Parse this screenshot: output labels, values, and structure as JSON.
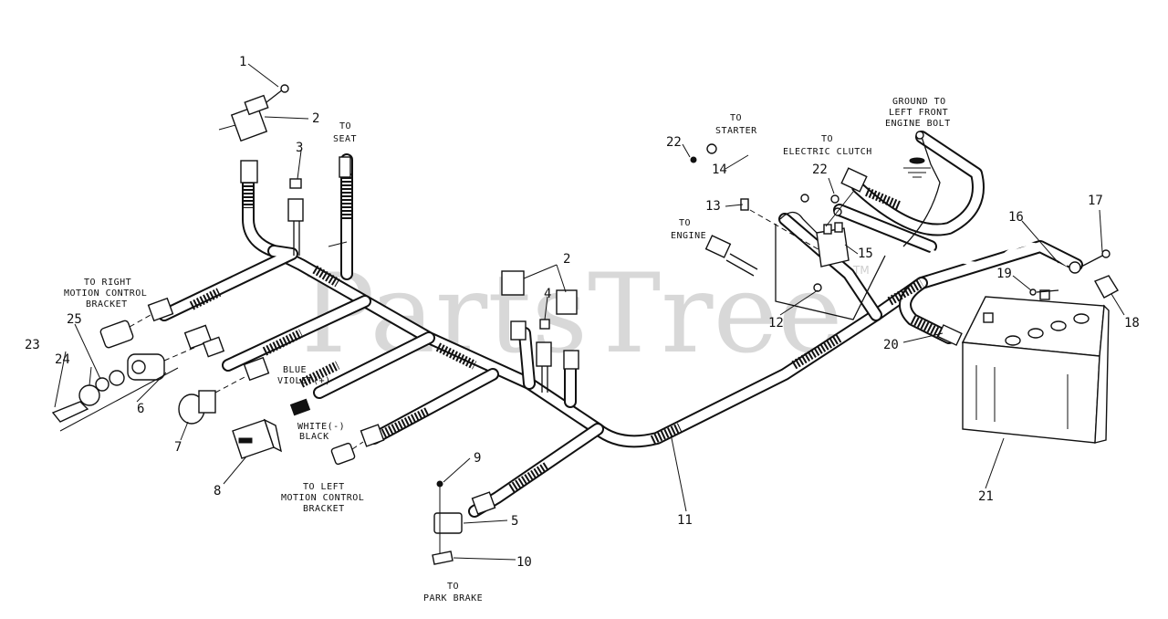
{
  "watermark": {
    "text": "PartsTree",
    "tm": "TM"
  },
  "callouts": {
    "c1": "1",
    "c2a": "2",
    "c2b": "2",
    "c3": "3",
    "c4": "4",
    "c5": "5",
    "c6": "6",
    "c7": "7",
    "c8": "8",
    "c9": "9",
    "c10": "10",
    "c11": "11",
    "c12": "12",
    "c13": "13",
    "c14": "14",
    "c15": "15",
    "c16": "16",
    "c17": "17",
    "c18": "18",
    "c19": "19",
    "c20": "20",
    "c21": "21",
    "c22a": "22",
    "c22b": "22",
    "c23": "23",
    "c24": "24",
    "c25": "25"
  },
  "captions": {
    "to_seat": [
      "TO",
      "SEAT"
    ],
    "to_starter": [
      "TO",
      "STARTER"
    ],
    "to_clutch": [
      "TO",
      "ELECTRIC CLUTCH"
    ],
    "ground": [
      "GROUND TO",
      "LEFT FRONT",
      "ENGINE BOLT"
    ],
    "to_engine": [
      "TO",
      "ENGINE"
    ],
    "right_motion": [
      "TO RIGHT",
      "MOTION CONTROL",
      "BRACKET"
    ],
    "left_motion": [
      "TO LEFT",
      "MOTION CONTROL",
      "BRACKET"
    ],
    "park_brake": [
      "TO",
      "PARK BRAKE"
    ],
    "blue": "BLUE",
    "violet": "VIOLET(+)",
    "white": "WHITE(-)",
    "black": "BLACK"
  }
}
